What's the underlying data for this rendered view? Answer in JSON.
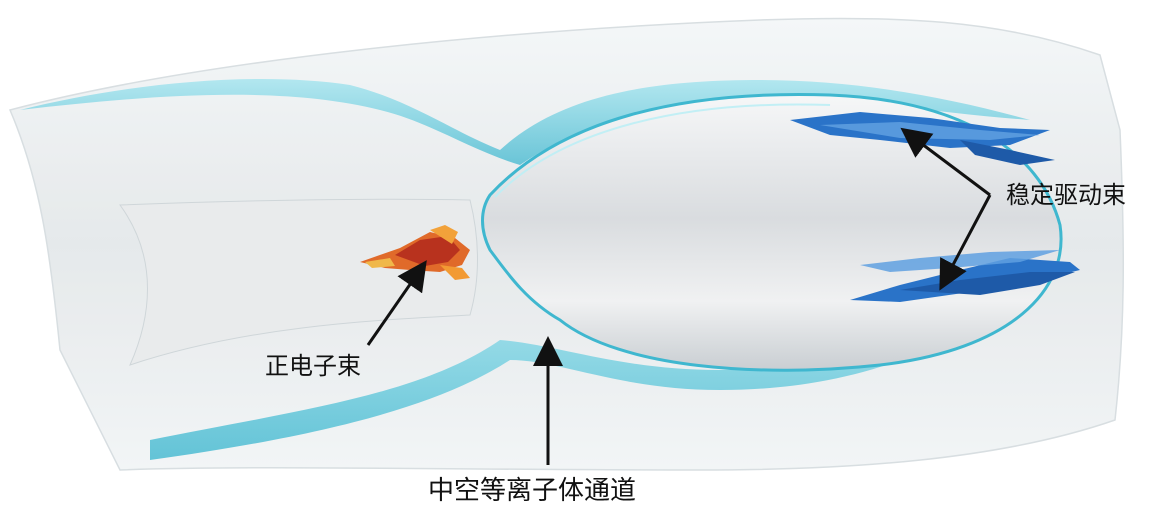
{
  "labels": {
    "positron_beam": "正电子束",
    "drive_beams": "稳定驱动束",
    "plasma_channel": "中空等离子体通道"
  },
  "colors": {
    "shell_cyan": "#5cc9dc",
    "shell_white": "#eef3f5",
    "positron": "#d2522a",
    "drive_beam": "#2a73c8",
    "arrow": "#111111"
  }
}
